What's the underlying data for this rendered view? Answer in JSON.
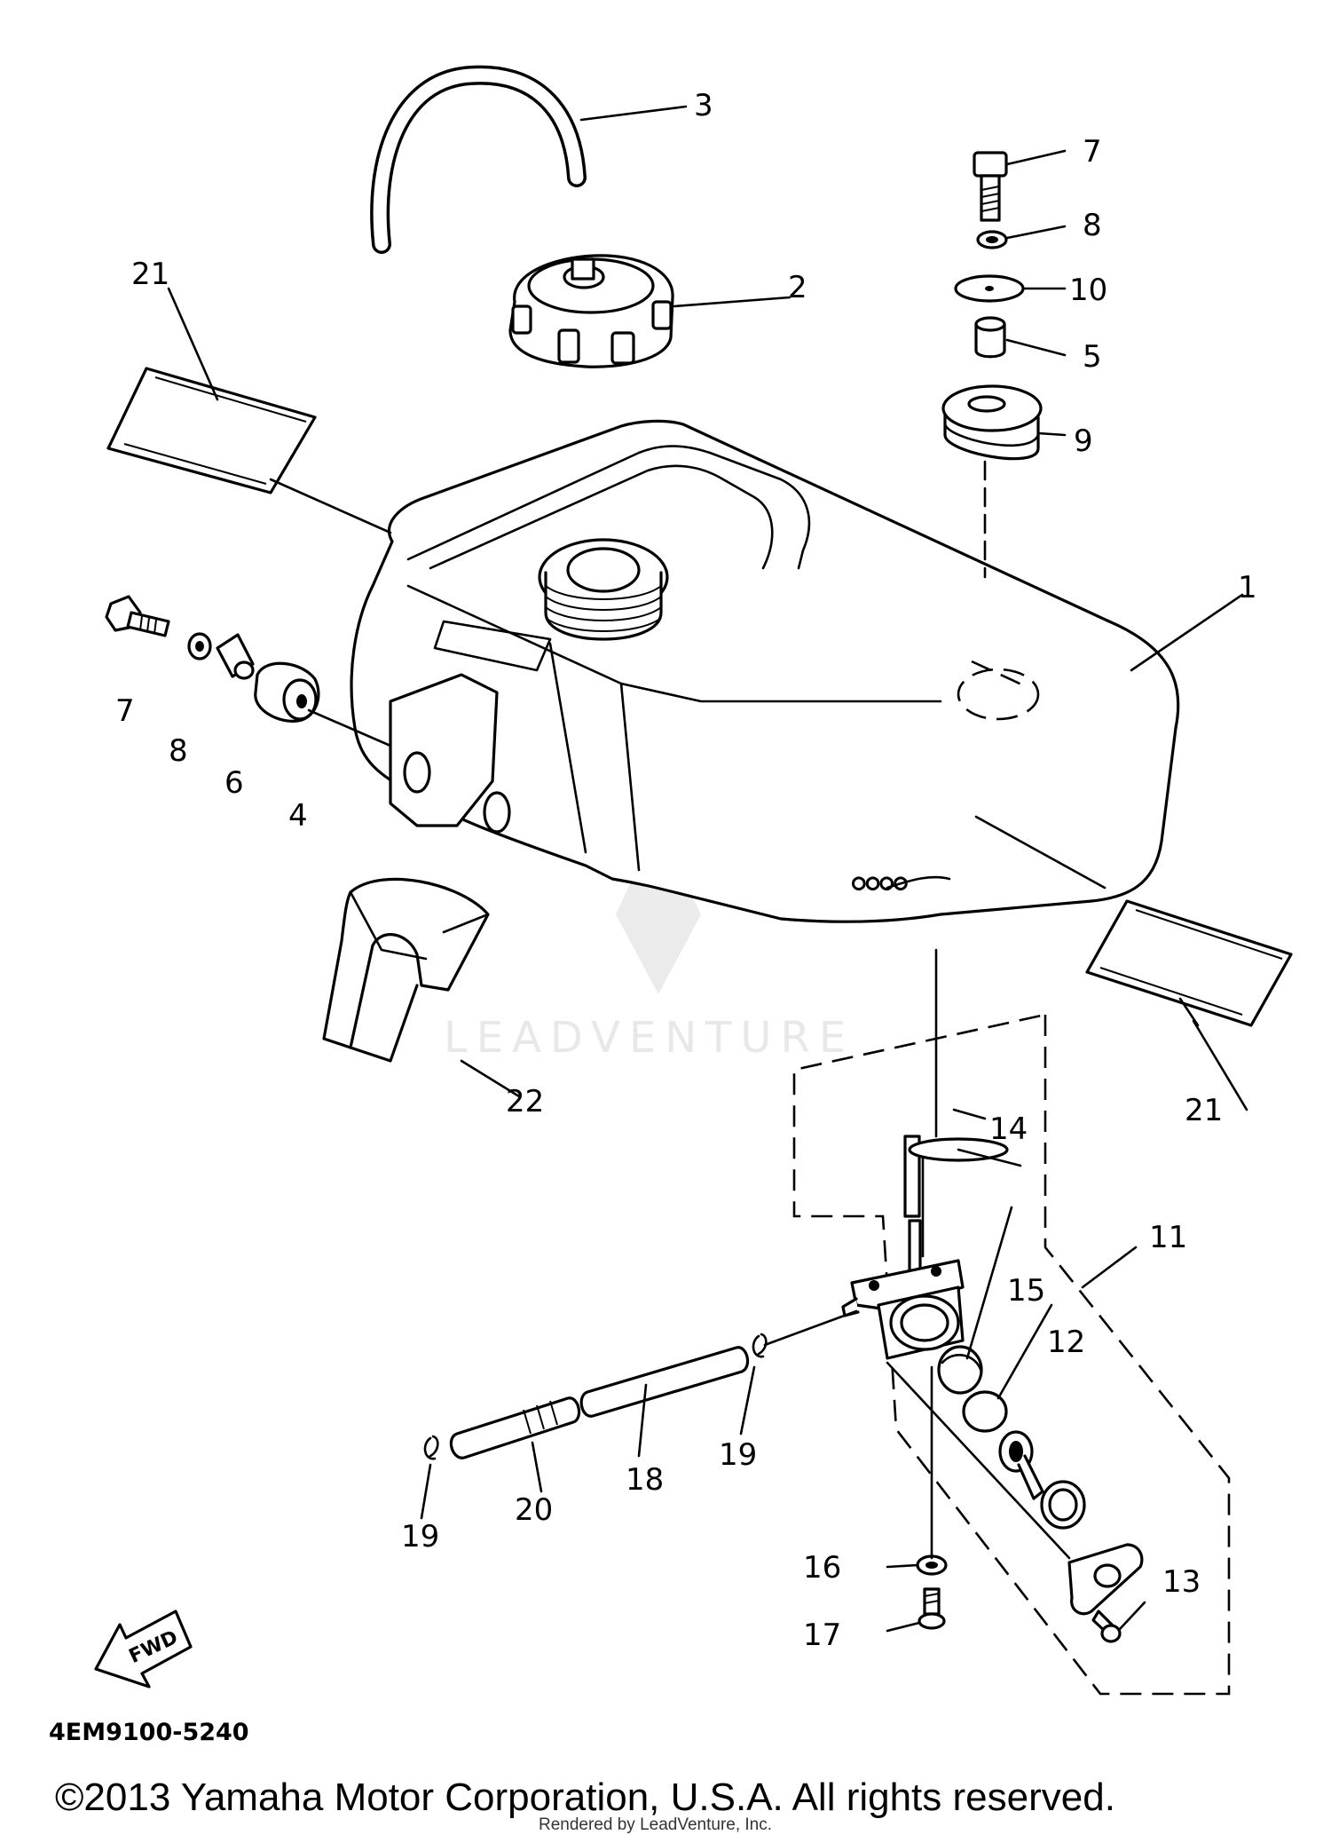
{
  "watermark": "LEADVENTURE",
  "diagram_code": "4EM9100-5240",
  "fwd_label": "FWD",
  "callouts": {
    "c1": "1",
    "c2": "2",
    "c3": "3",
    "c4": "4",
    "c5": "5",
    "c6": "6",
    "c7a": "7",
    "c7b": "7",
    "c8a": "8",
    "c8b": "8",
    "c9": "9",
    "c10": "10",
    "c11": "11",
    "c12": "12",
    "c13": "13",
    "c14": "14",
    "c15": "15",
    "c16": "16",
    "c17": "17",
    "c18": "18",
    "c19a": "19",
    "c19b": "19",
    "c20": "20",
    "c21a": "21",
    "c21b": "21",
    "c22": "22"
  },
  "copyright": "©2013 Yamaha Motor Corporation, U.S.A. All rights reserved.",
  "rendered_by": "Rendered by LeadVenture, Inc."
}
